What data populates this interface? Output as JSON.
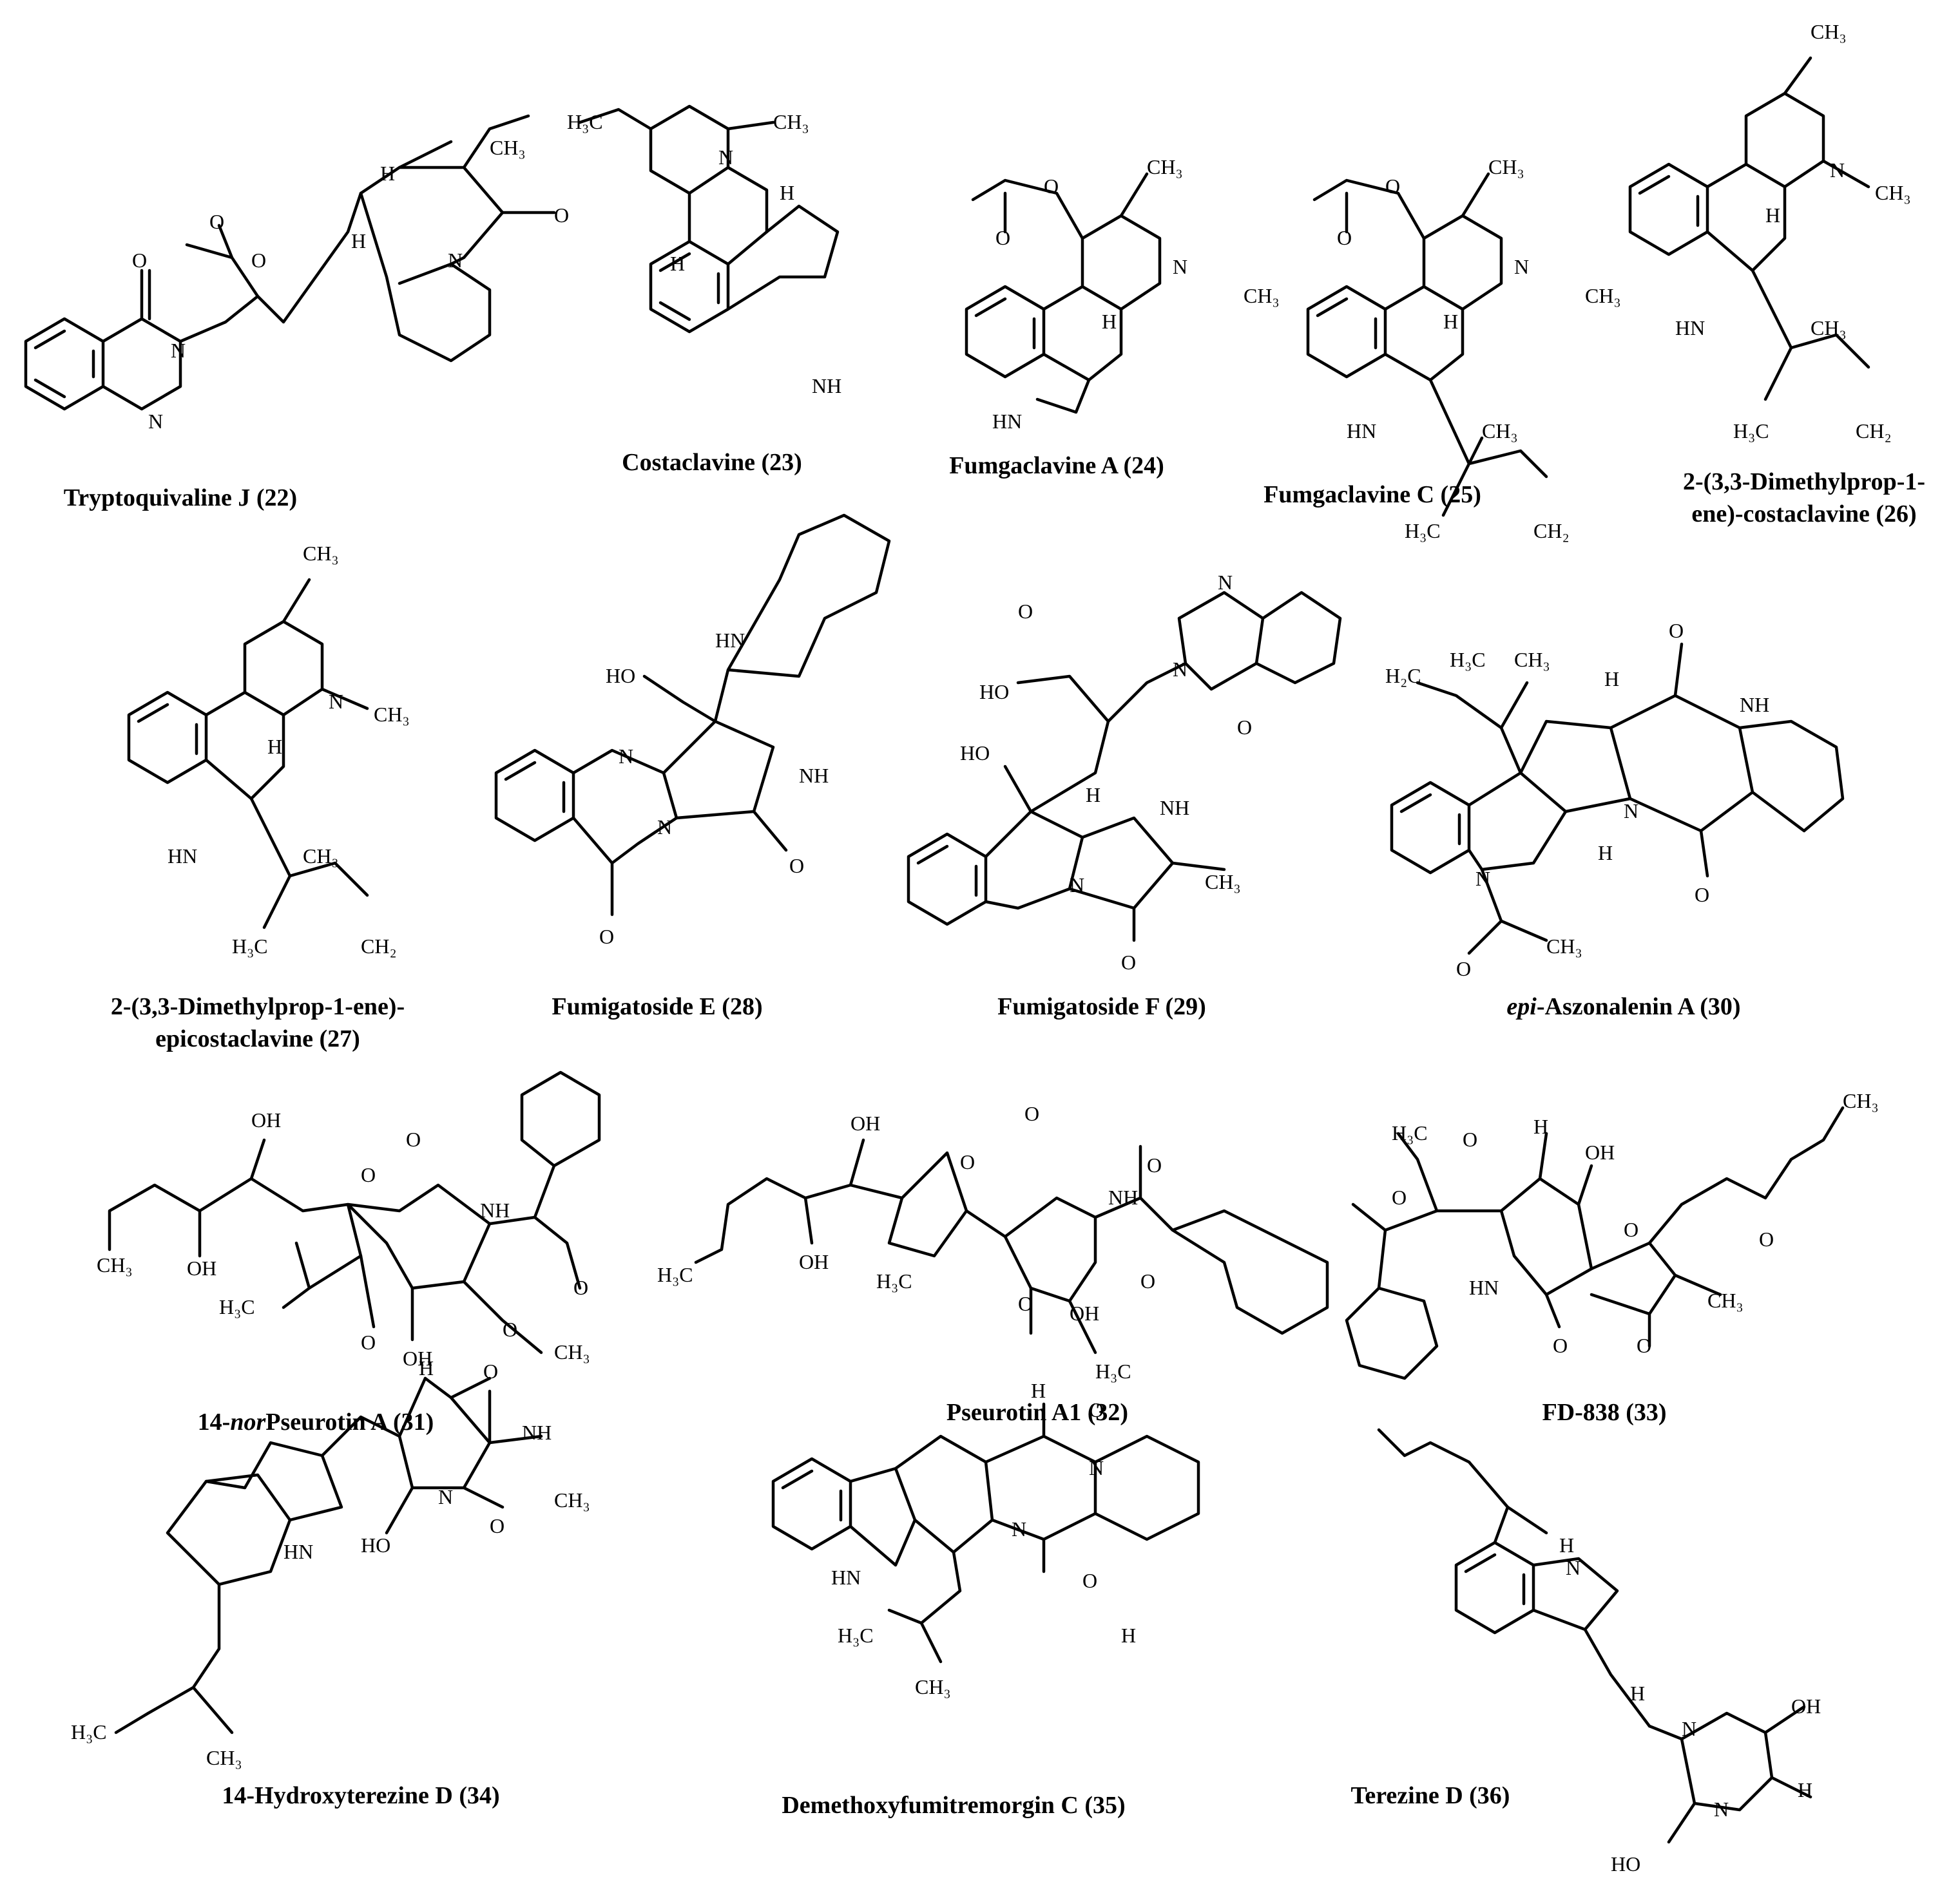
{
  "figure": {
    "compounds": [
      {
        "name": "Tryptoquivaline J (22)"
      },
      {
        "name": "Costaclavine (23)"
      },
      {
        "name": "Fumgaclavine A (24)"
      },
      {
        "name": "Fumgaclavine C (25)"
      },
      {
        "name_line1": "2-(3,3-Dimethylprop-1-",
        "name_line2": "ene)-costaclavine (26)"
      },
      {
        "name_line1": "2-(3,3-Dimethylprop-1-ene)-",
        "name_line2": "epicostaclavine (27)"
      },
      {
        "name": "Fumigatoside E (28)"
      },
      {
        "name": "Fumigatoside F (29)"
      },
      {
        "name_italic": "epi",
        "name_rest": "-Aszonalenin A  (30)"
      },
      {
        "name_prefix": "14-",
        "name_italic": "nor",
        "name_rest": "Pseurotin A (31)"
      },
      {
        "name": "Pseurotin A1 (32)"
      },
      {
        "name": "FD-838 (33)"
      },
      {
        "name": "14-Hydroxyterezine D (34)"
      },
      {
        "name": "Demethoxyfumitremorgin C (35)"
      },
      {
        "name": "Terezine D (36)"
      }
    ],
    "atoms": {
      "O": "O",
      "N": "N",
      "H": "H",
      "NH": "NH",
      "HN": "HN",
      "OH": "OH",
      "HO": "HO",
      "CH3": "CH₃",
      "H3C": "H₃C",
      "CH2": "CH₂",
      "H2C": "H₂C"
    }
  }
}
